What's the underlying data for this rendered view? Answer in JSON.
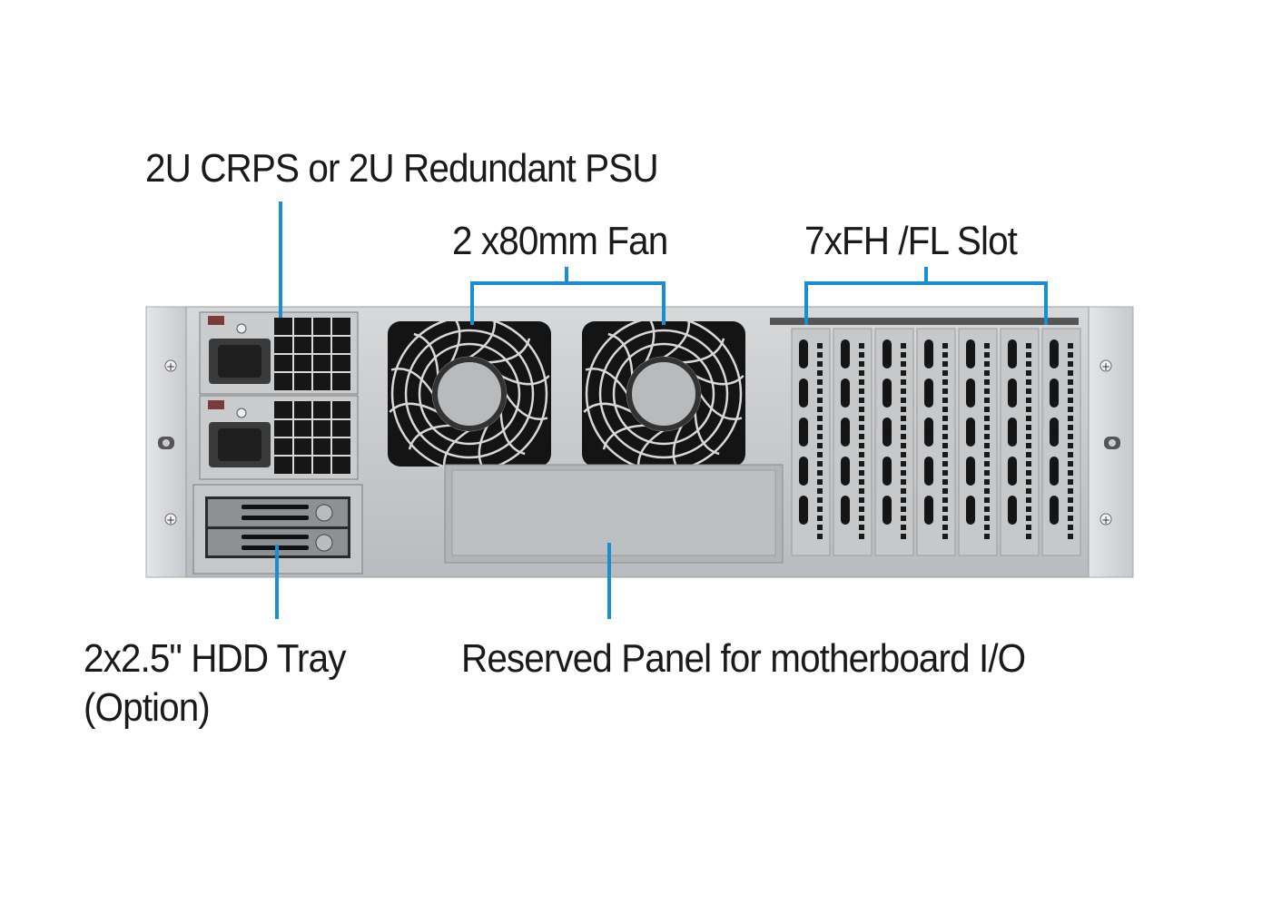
{
  "diagram": {
    "subject": "3U rack server chassis rear view",
    "accent_color": "#1a8fd0",
    "callouts": [
      {
        "id": "psu",
        "text": "2U CRPS or 2U Redundant PSU"
      },
      {
        "id": "fan",
        "text": "2 x80mm Fan"
      },
      {
        "id": "slot",
        "text": "7xFH /FL Slot"
      },
      {
        "id": "hdd",
        "line1": "2x2.5\" HDD Tray",
        "line2": "(Option)"
      },
      {
        "id": "io",
        "text": "Reserved Panel for motherboard I/O"
      }
    ],
    "components": {
      "psu_count": 2,
      "fan_count": 2,
      "expansion_slot_count": 7,
      "hdd_tray_count": 2
    }
  }
}
